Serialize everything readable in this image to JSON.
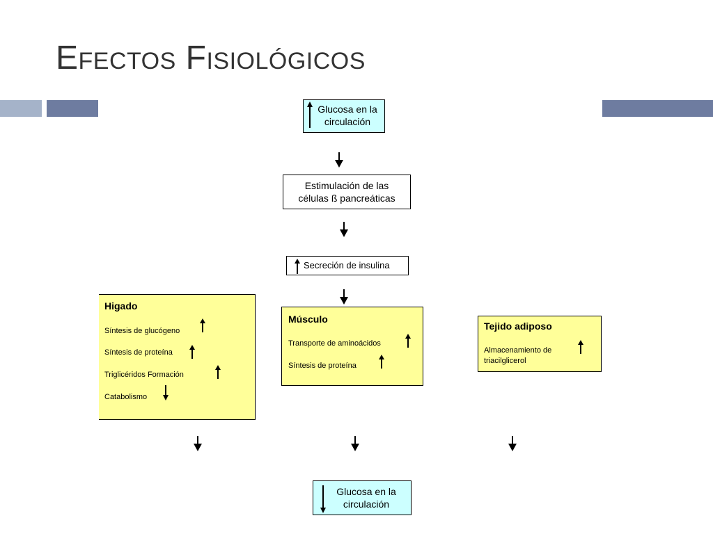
{
  "title": "Efectos Fisiológicos",
  "colors": {
    "bar_light": "#a5b3c9",
    "bar_dark": "#6e7ca0",
    "cyan_box": "#ccffff",
    "yellow_box": "#ffff99"
  },
  "top_box": {
    "text_line1": "Glucosa en la",
    "text_line2": "circulación",
    "arrow": "up-arrow-icon"
  },
  "stimulation_box": {
    "line1": "Estimulación de las",
    "line2": "células ß pancreáticas"
  },
  "insulin_box": {
    "text": "Secreción de insulina",
    "arrow": "up-arrow-icon"
  },
  "liver": {
    "title": "Higado",
    "items": [
      {
        "label": "Síntesis de glucógeno",
        "arrow": "up"
      },
      {
        "label": "Síntesis de proteína",
        "arrow": "up"
      },
      {
        "label": "Triglicéridos Formación",
        "arrow": "up"
      },
      {
        "label": "Catabolismo",
        "arrow": "down"
      }
    ]
  },
  "muscle": {
    "title": "Músculo",
    "items": [
      {
        "label": "Transporte de aminoácidos",
        "arrow": "up"
      },
      {
        "label": "Síntesis de proteína",
        "arrow": "up"
      }
    ]
  },
  "adipose": {
    "title": "Tejido adiposo",
    "item_line1": "Almacenamiento de",
    "item_line2": "triacilglicerol",
    "arrow": "up"
  },
  "bottom_box": {
    "text_line1": "Glucosa en la",
    "text_line2": "circulación",
    "arrow": "down-arrow-icon"
  }
}
